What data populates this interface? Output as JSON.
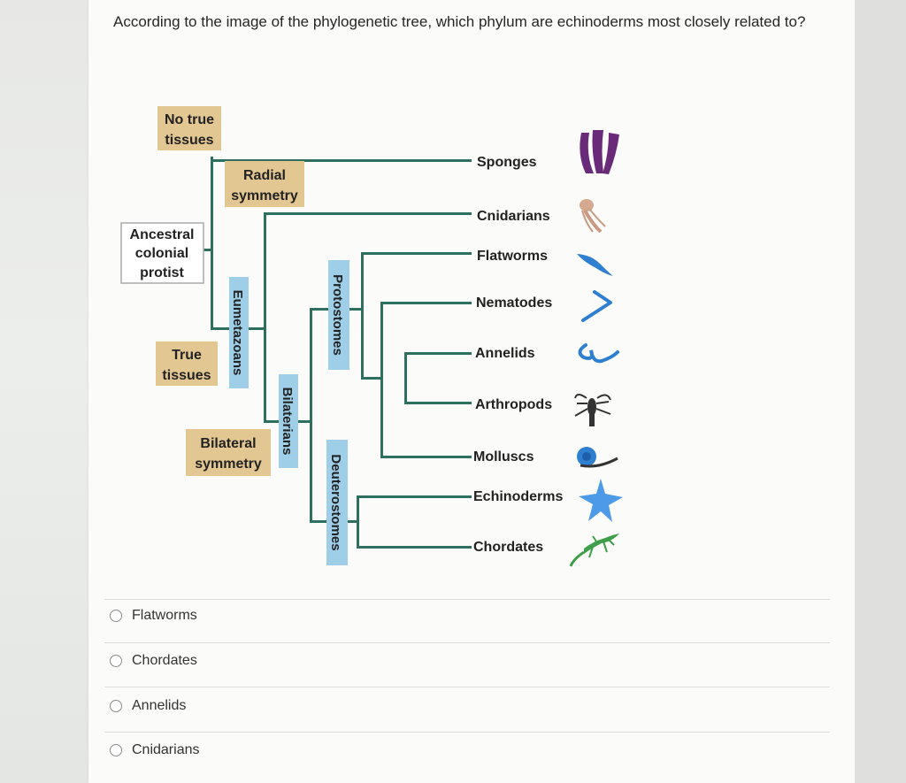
{
  "question": "According to the image of the phylogenetic tree, which phylum are echinoderms most closely related to?",
  "tree": {
    "labels": {
      "no_true_tissues": [
        "No true",
        "tissues"
      ],
      "radial_symmetry": [
        "Radial",
        "symmetry"
      ],
      "ancestral_colonial_protist": [
        "Ancestral",
        "colonial",
        "protist"
      ],
      "true_tissues": [
        "True",
        "tissues"
      ],
      "bilateral_symmetry": [
        "Bilateral",
        "symmetry"
      ],
      "eumetazoans": "Eumetazoans",
      "bilaterians": "Bilaterians",
      "protostomes": "Protostomes",
      "deuterostomes": "Deuterostomes"
    },
    "taxa": [
      "Sponges",
      "Cnidarians",
      "Flatworms",
      "Nematodes",
      "Annelids",
      "Arthropods",
      "Molluscs",
      "Echinoderms",
      "Chordates"
    ],
    "colors": {
      "line": "#2f6f5f",
      "tan_box": "#e3c793",
      "blue_box": "#9fcfe8",
      "ancestral_border": "#aaaaaa",
      "sponge": "#6a2a7a",
      "cnidarian": "#d4a98e",
      "blue_animal": "#2f7fd0",
      "echinoderm": "#4d9be8",
      "chordate": "#3f9e4a",
      "arthropod": "#333333"
    }
  },
  "options": [
    "Flatworms",
    "Chordates",
    "Annelids",
    "Cnidarians"
  ]
}
